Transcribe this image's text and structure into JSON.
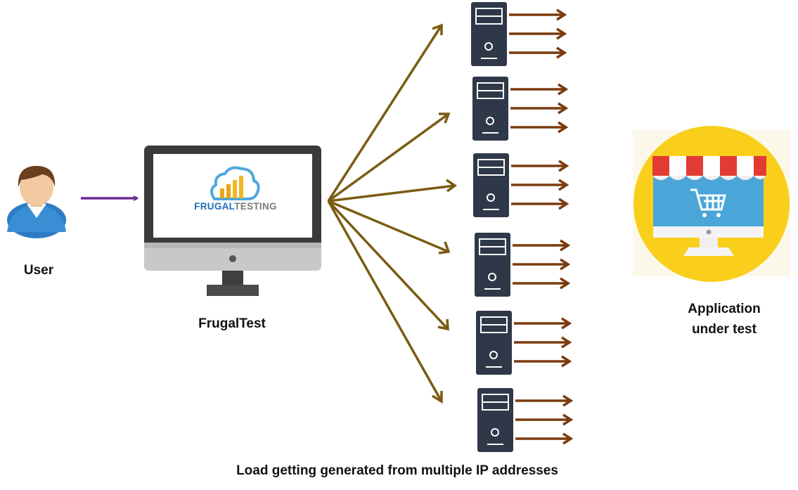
{
  "labels": {
    "user": "User",
    "frugaltest": "FrugalTest",
    "application": [
      "Application",
      "under test"
    ],
    "caption": "Load getting generated from multiple IP addresses"
  },
  "logo": {
    "part1": "FRUGAL",
    "part2": "TESTING"
  },
  "icons": {
    "user": "user-avatar-icon",
    "monitor": "desktop-monitor-icon",
    "logo_cloud": "cloud-chart-logo",
    "servers": "server-tower-icon",
    "shop": "online-shop-cart-icon"
  },
  "colors": {
    "user_arrow": "#6a2d91",
    "fanout_arrows": "#7a5c12",
    "server_arrows": "#7b3b0f",
    "server_body": "#2f3848",
    "monitor_frame": "#3a3a3a",
    "shop_circle": "#f9cf1c",
    "shop_screen": "#4aa6d8",
    "awning_red": "#e23b33",
    "logo_blue": "#1f6fb5",
    "logo_light_blue": "#4fa7dd",
    "logo_gold": "#e8a616"
  },
  "servers": [
    {
      "id": "server-1"
    },
    {
      "id": "server-2"
    },
    {
      "id": "server-3"
    },
    {
      "id": "server-4"
    },
    {
      "id": "server-5"
    },
    {
      "id": "server-6"
    }
  ]
}
